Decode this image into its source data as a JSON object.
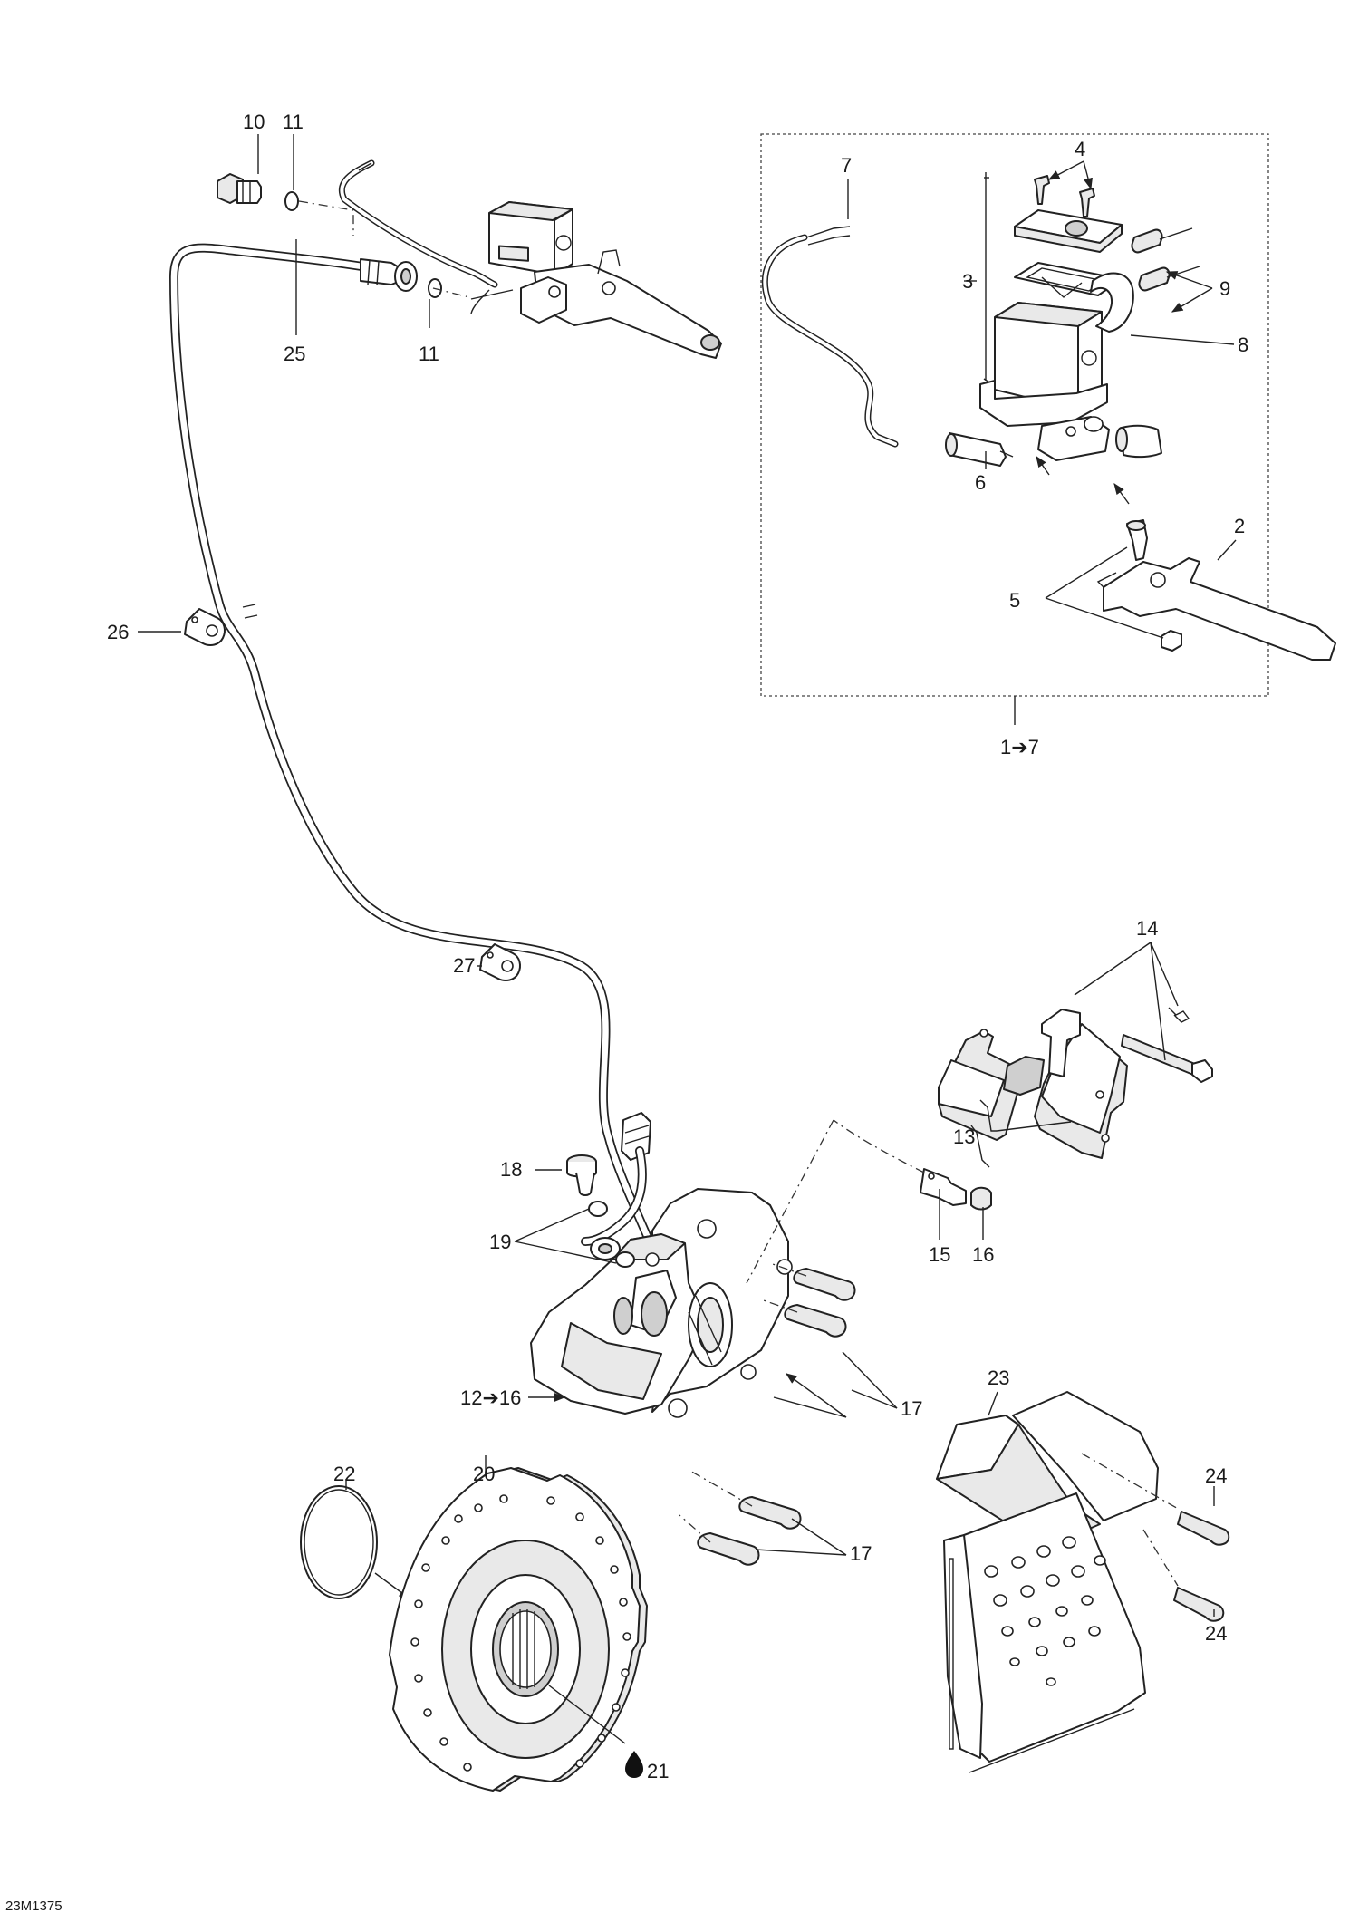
{
  "labels": {
    "l10": "10",
    "l11a": "11",
    "l11b": "11",
    "l25": "25",
    "l26": "26",
    "l27": "27",
    "l7": "7",
    "l4": "4",
    "l3": "3",
    "l9": "9",
    "l8": "8",
    "l6": "6",
    "l2": "2",
    "l5": "5",
    "l1to7": "1➔7",
    "l14": "14",
    "l13": "13",
    "l18": "18",
    "l19": "19",
    "l15": "15",
    "l16": "16",
    "l12to16": "12➔16",
    "l17a": "17",
    "l17b": "17",
    "l23": "23",
    "l24a": "24",
    "l24b": "24",
    "l22": "22",
    "l20": "20",
    "l21": "21",
    "code": "23M1375"
  }
}
